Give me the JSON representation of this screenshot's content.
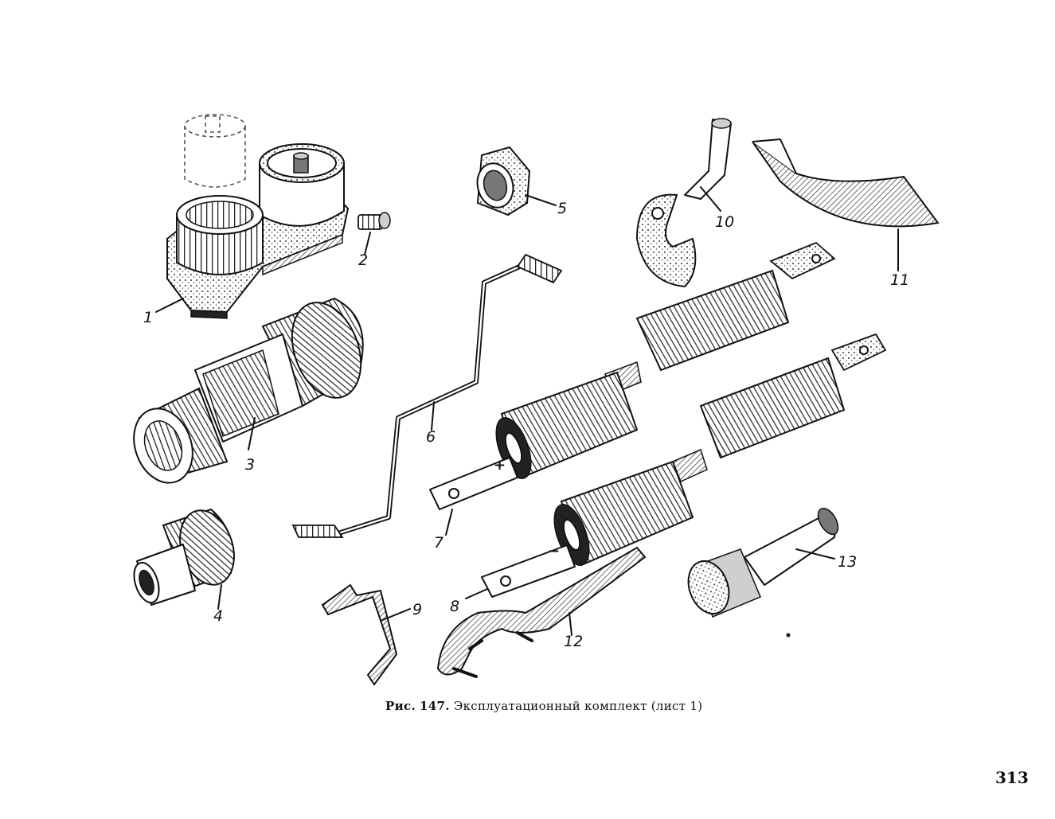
{
  "figure": {
    "caption_prefix": "Рис.",
    "caption_number": "147.",
    "caption_text": "Эксплуатационный комплект (лист 1)",
    "labels": [
      "1",
      "2",
      "3",
      "4",
      "5",
      "6",
      "7",
      "8",
      "9",
      "10",
      "11",
      "12",
      "13"
    ],
    "polarity_plus": "+",
    "polarity_minus": "−"
  },
  "page_number": "313"
}
